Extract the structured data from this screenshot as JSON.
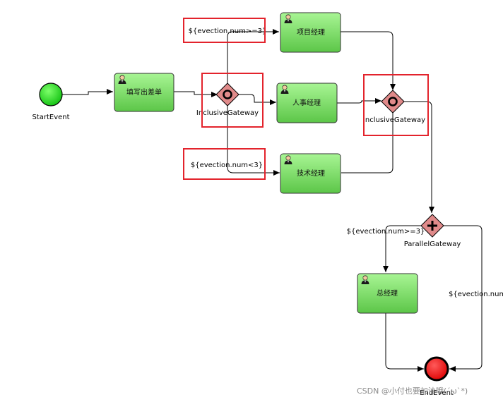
{
  "events": {
    "start_label": "StartEvent",
    "end_label": "EndEvent"
  },
  "tasks": {
    "fill_trip": "填写出差单",
    "project_manager": "项目经理",
    "hr_manager": "人事经理",
    "tech_manager": "技术经理",
    "general_manager": "总经理"
  },
  "gateways": {
    "inclusive_left": "InclusiveGateway",
    "inclusive_right": "InclusiveGateway",
    "parallel": "ParallelGateway"
  },
  "conditions": {
    "project_cond": "${evection.num>=3}",
    "tech_cond": "${evection.num<3}",
    "gm_cond": "${evection.num>=3}",
    "end_cond": "${evection.num<"
  },
  "watermark": "CSDN @小付也要加油哦(´ω`*)",
  "colors": {
    "start": "#22dd11",
    "end": "#ee0000",
    "task_top": "#9cf08a",
    "task_bottom": "#5ec94a",
    "gateway": "#e08a8a",
    "highlight": "#e3232c"
  }
}
